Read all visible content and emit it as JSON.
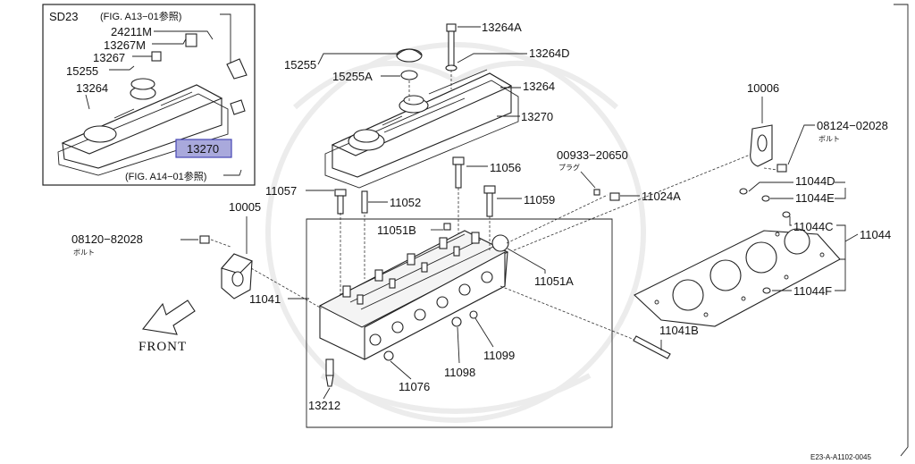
{
  "inset": {
    "title": "SD23",
    "ref_top": "(FIG. A13−01参照)",
    "ref_bottom": "(FIG. A14−01参照)",
    "labels": [
      "24211M",
      "13267M",
      "13267",
      "15255",
      "13264"
    ],
    "highlight": "13270"
  },
  "labels": {
    "p13264A": "13264A",
    "p13264D": "13264D",
    "p15255": "15255",
    "p15255A": "15255A",
    "p13264": "13264",
    "p13270": "13270",
    "p10006": "10006",
    "p08124": "08124−02028",
    "p08124_sub": "ボルト",
    "p00933": "00933−20650",
    "p00933_sub": "プラグ",
    "p11056": "11056",
    "p11057": "11057",
    "p11052": "11052",
    "p11059": "11059",
    "p11024A": "11024A",
    "p11044D": "11044D",
    "p11044E": "11044E",
    "p11044C": "11044C",
    "p11044": "11044",
    "p11044F": "11044F",
    "p10005": "10005",
    "p08120": "08120−82028",
    "p08120_sub": "ボルト",
    "p11051B": "11051B",
    "p11051A": "11051A",
    "p11041": "11041",
    "p11041B": "11041B",
    "p11099": "11099",
    "p11098": "11098",
    "p11076": "11076",
    "p13212": "13212"
  },
  "front_label": "FRONT",
  "figure_code": "E23-A-A1102-0045"
}
